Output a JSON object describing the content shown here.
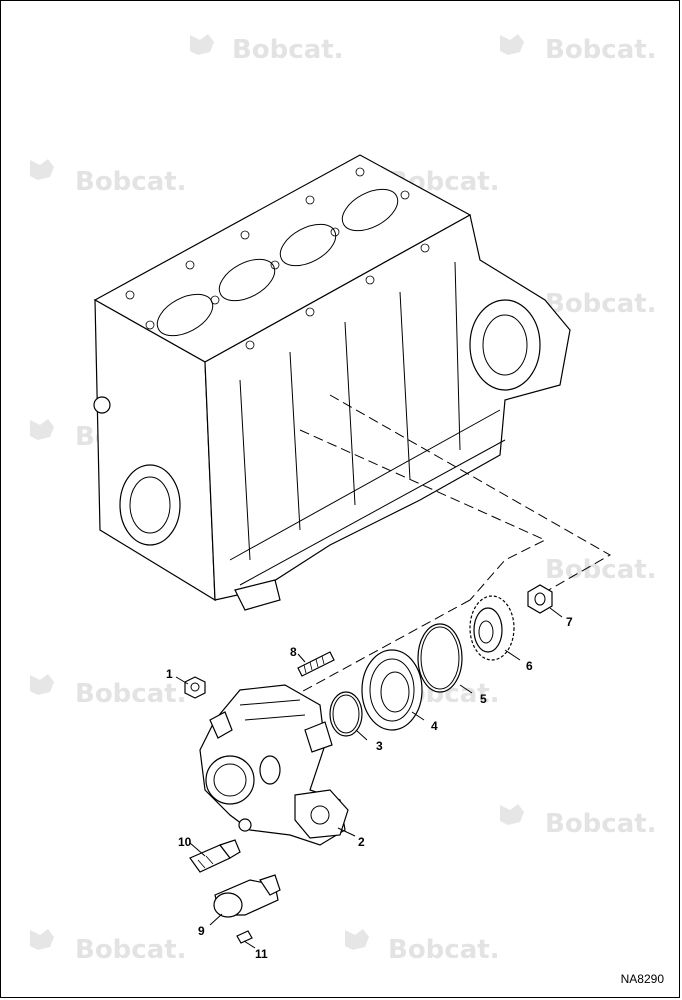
{
  "figure_id": "NA8290",
  "watermark": "Bobcat.",
  "callouts": [
    {
      "label": "1"
    },
    {
      "label": "2"
    },
    {
      "label": "3"
    },
    {
      "label": "4"
    },
    {
      "label": "5"
    },
    {
      "label": "6"
    },
    {
      "label": "7"
    },
    {
      "label": "8"
    },
    {
      "label": "9"
    },
    {
      "label": "10"
    },
    {
      "label": "11"
    }
  ],
  "colors": {
    "line": "#000000",
    "watermark": "#e3e3e3",
    "background": "#ffffff"
  }
}
